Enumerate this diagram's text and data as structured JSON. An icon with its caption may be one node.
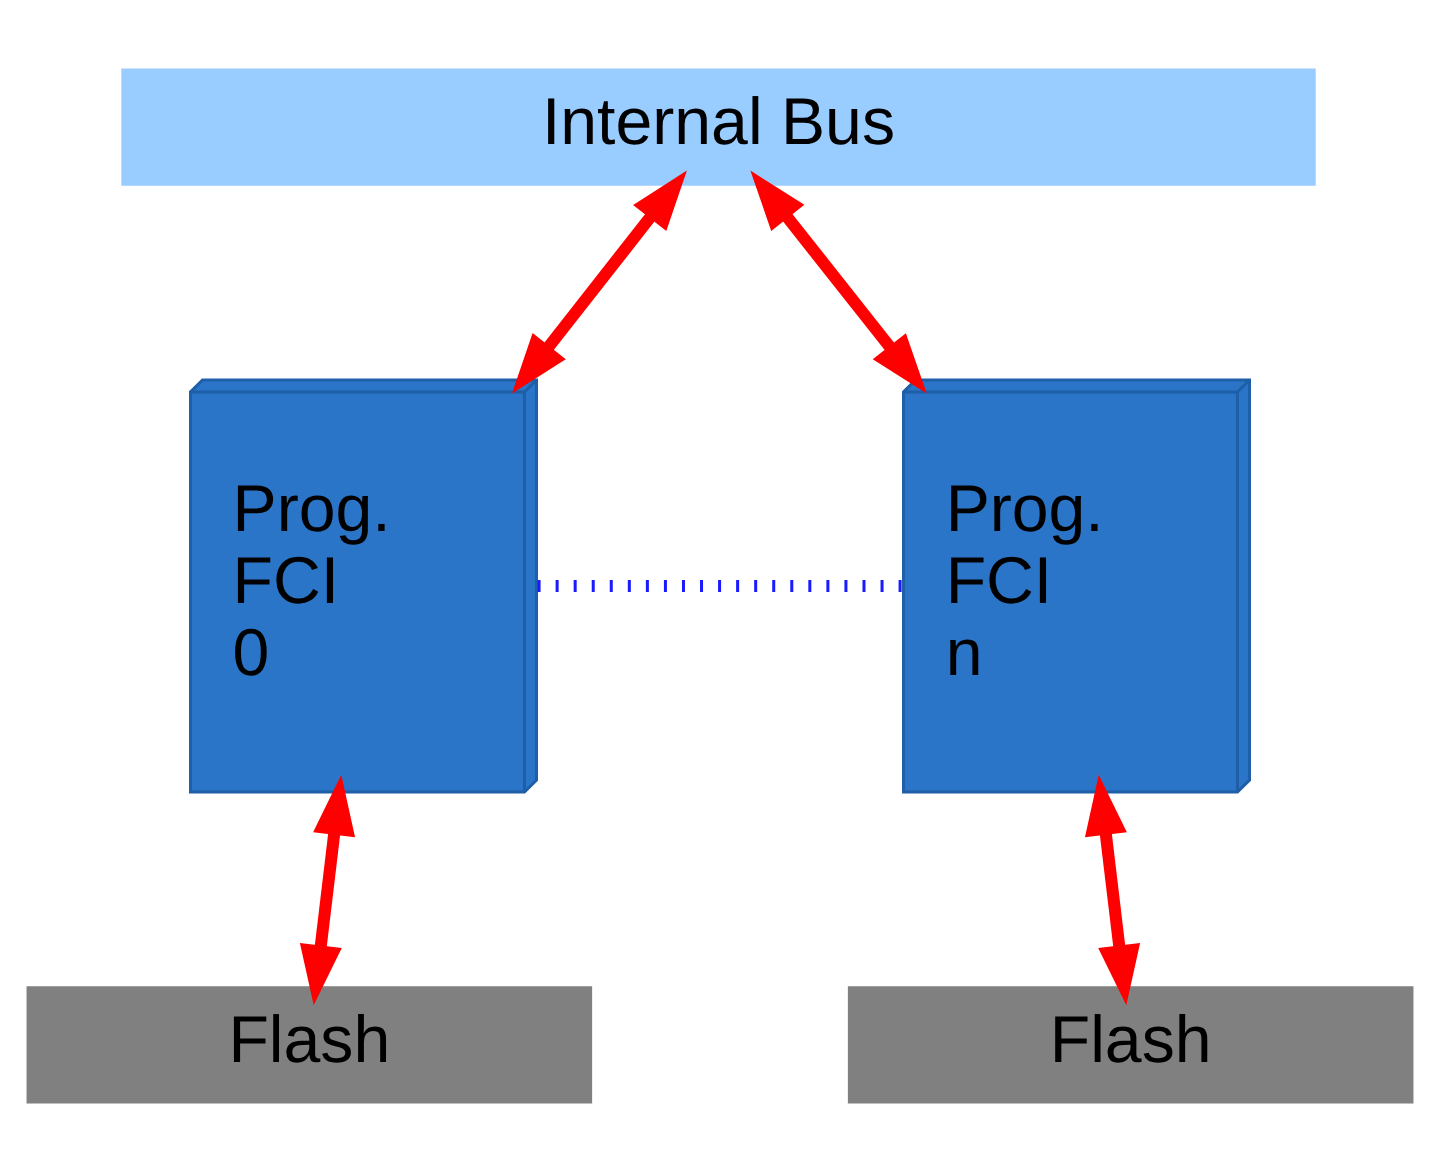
{
  "diagram": {
    "nodes": [
      {
        "text": [
          "Internal Bus"
        ]
      },
      {
        "text": [
          "Prog. FCI 0"
        ]
      },
      {
        "text": [
          "Prog. FCI n"
        ]
      },
      {
        "text": [
          "Flash"
        ]
      },
      {
        "text": [
          "Flash"
        ]
      }
    ],
    "edges": [
      {
        "from": 0,
        "to": 1,
        "arrow": "both"
      },
      {
        "from": 0,
        "to": 2,
        "arrow": "both"
      },
      {
        "from": 1,
        "to": 2,
        "arrow": "none",
        "style": "dashed",
        "color": "#1a1aff"
      },
      {
        "from": 1,
        "to": 3,
        "arrow": "both"
      },
      {
        "from": 2,
        "to": 4,
        "arrow": "both"
      }
    ]
  }
}
